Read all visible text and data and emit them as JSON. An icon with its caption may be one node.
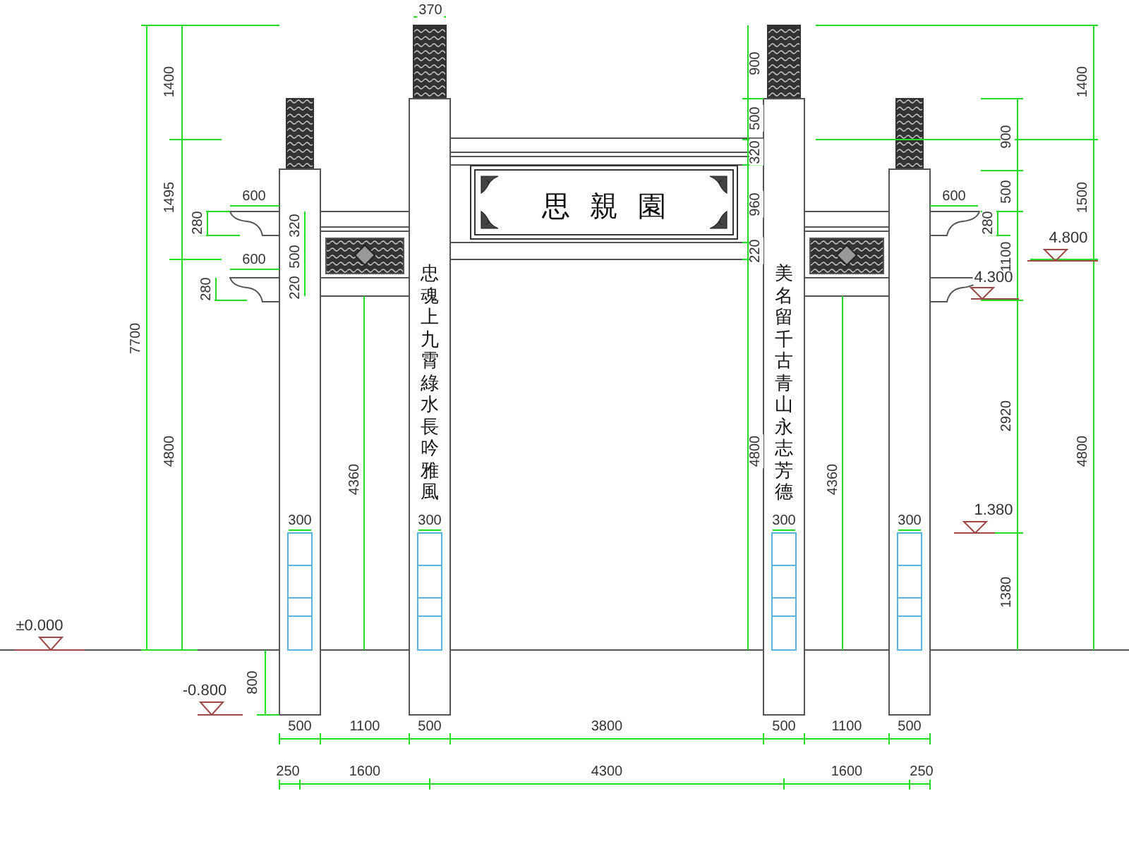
{
  "diagram": {
    "nodes": [
      {
        "text": [
          "思親園"
        ]
      }
    ],
    "labels": [
      "370",
      "1400",
      "1495",
      "7700",
      "600",
      "280",
      "320",
      "500",
      "220",
      "600",
      "280",
      "4800",
      "4360",
      "300",
      "忠魂上九霄綠水長吟雅風",
      "900",
      "500",
      "320",
      "960",
      "220",
      "4800",
      "美名留千古青山永志芳德",
      "300",
      "300",
      "4360",
      "600",
      "280",
      "300",
      "1400",
      "900",
      "500",
      "1500",
      "4.800",
      "1100",
      "4.300",
      "2920",
      "4800",
      "1.380",
      "1380",
      "±0.000",
      "-0.800",
      "800",
      "500",
      "1100",
      "500",
      "3800",
      "500",
      "1100",
      "500",
      "250",
      "1600",
      "4300",
      "1600",
      "250"
    ]
  }
}
